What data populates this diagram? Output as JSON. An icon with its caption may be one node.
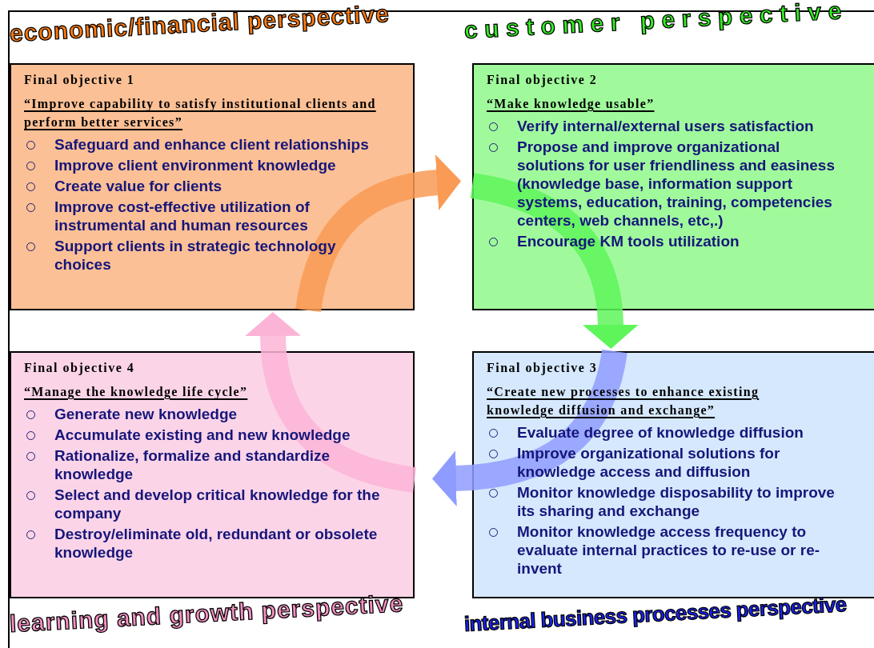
{
  "diagram": {
    "nodes": [
      {
        "text": [
          "economic/financial perspective",
          "Final objective 1",
          "“Improve capability to satisfy institutional clients and perform better services”",
          "Safeguard and enhance client relationships",
          "Improve client environment knowledge",
          "Create value for clients",
          "Improve cost-effective utilization of instrumental and human resources",
          "Support clients in strategic technology choices"
        ]
      },
      {
        "text": [
          "customer perspective",
          "Final objective 2",
          "“Make knowledge usable”",
          "Verify internal/external users satisfaction",
          "Propose and improve organizational solutions for user friendliness and easiness (knowledge base, information support systems, education, training, competencies centers, web channels, etc,.)",
          "Encourage KM tools utilization"
        ]
      },
      {
        "text": [
          "internal business processes perspective",
          "Final objective 3",
          "“Create new processes to enhance existing knowledge diffusion and exchange”",
          "Evaluate degree of knowledge diffusion",
          "Improve organizational solutions for knowledge access and diffusion",
          "Monitor knowledge disposability to improve its sharing and exchange",
          "Monitor knowledge access frequency to evaluate internal practices to re-use or re-invent"
        ]
      },
      {
        "text": [
          "learning and growth perspective",
          "Final objective 4",
          "“Manage the knowledge life cycle”",
          "Generate new knowledge",
          "Accumulate existing and new knowledge",
          "Rationalize, formalize and standardize knowledge",
          "Select and develop critical knowledge for the company",
          "Destroy/eliminate old, redundant or obsolete knowledge"
        ]
      }
    ],
    "edges": [
      {
        "from": 0,
        "to": 1,
        "arrow": "to",
        "color": "#f99a55"
      },
      {
        "from": 1,
        "to": 2,
        "arrow": "to",
        "color": "#5ef55a"
      },
      {
        "from": 2,
        "to": 3,
        "arrow": "to",
        "color": "#8f9cff"
      },
      {
        "from": 3,
        "to": 0,
        "arrow": "to",
        "color": "#fbb4d6"
      }
    ]
  }
}
